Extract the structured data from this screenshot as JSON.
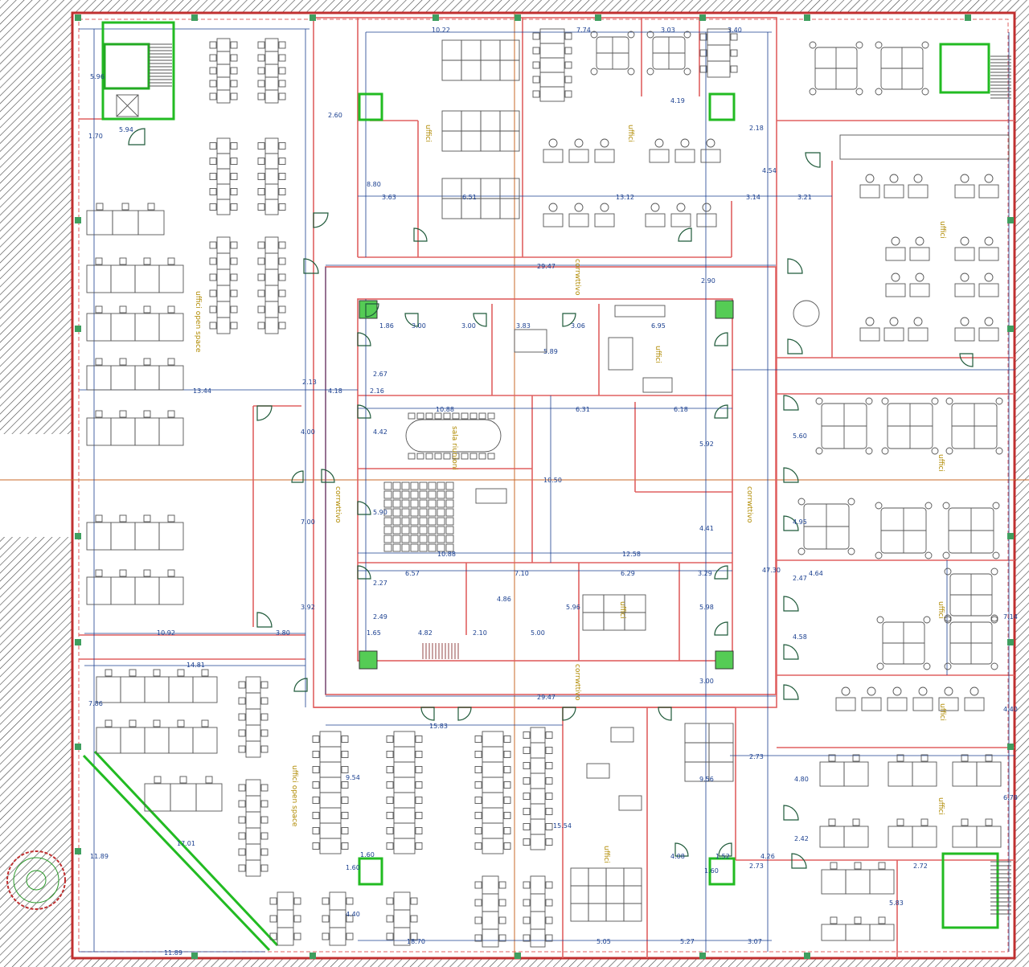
{
  "plan": {
    "room_labels": {
      "uffici": "uffici",
      "open_space": "uffici open space",
      "corridor": "corrwttivo",
      "meeting": "sala riunioni"
    },
    "dimensions": [
      "10.22",
      "7.74",
      "3.03",
      "3.40",
      "5.96",
      "1.70",
      "5.94",
      "2.60",
      "4.19",
      "2.18",
      "3.63",
      "6.51",
      "13.12",
      "3.14",
      "3.21",
      "8.80",
      "4.54",
      "29.47",
      "2.90",
      "1.86",
      "3.00",
      "3.00",
      "3.83",
      "3.06",
      "6.95",
      "5.89",
      "13.44",
      "4.18",
      "2.13",
      "2.16",
      "2.67",
      "10.88",
      "6.31",
      "6.18",
      "4.42",
      "4.00",
      "5.92",
      "5.90",
      "10.50",
      "7.00",
      "4.41",
      "10.88",
      "12.58",
      "47.30",
      "6.57",
      "7.10",
      "6.29",
      "3.29",
      "2.27",
      "4.86",
      "5.96",
      "5.98",
      "2.49",
      "1.65",
      "4.82",
      "2.10",
      "5.00",
      "10.92",
      "3.80",
      "3.92",
      "14.81",
      "29.47",
      "15.83",
      "3.00",
      "7.86",
      "9.54",
      "15.54",
      "9.56",
      "2.73",
      "4.80",
      "1.60",
      "1.60",
      "4.08",
      "1.52",
      "4.26",
      "2.73",
      "17.01",
      "11.89",
      "4.40",
      "18.70",
      "5.05",
      "5.27",
      "3.07",
      "11.89",
      "2.72",
      "5.83",
      "2.42",
      "6.78",
      "7.14",
      "4.40",
      "4.58",
      "2.47",
      "4.64",
      "4.95",
      "5.60",
      "1.60"
    ]
  },
  "colors": {
    "wall": "#e06060",
    "dimension": "#1a3f8f",
    "furniture": "#555555",
    "stair": "#22bb22",
    "door": "#1f5a3a",
    "axis": "#c8692a",
    "column": "#3f9f5f",
    "hatch": "#444444",
    "room_text": "#b08a00"
  }
}
